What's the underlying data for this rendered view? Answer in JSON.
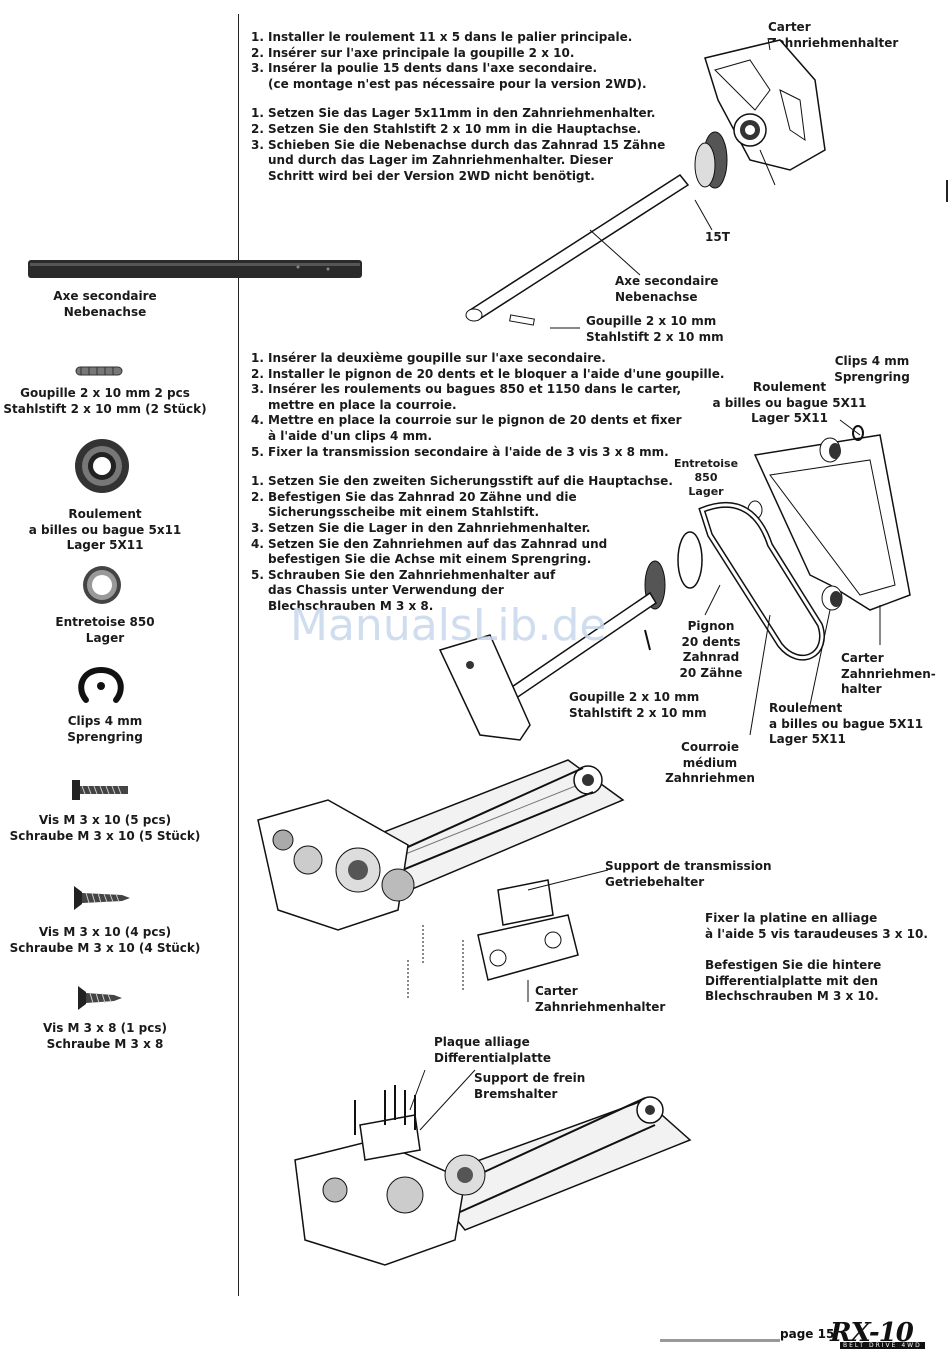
{
  "parts": [
    {
      "icon": "shaft",
      "lines": [
        "Axe secondaire",
        "Nebenachse"
      ]
    },
    {
      "icon": "pin",
      "lines": [
        "Goupille 2 x 10 mm 2 pcs",
        "Stahlstift 2 x 10 mm (2 Stück)"
      ]
    },
    {
      "icon": "bearing",
      "lines": [
        "Roulement",
        "a billes ou bague 5x11",
        "Lager 5X11"
      ]
    },
    {
      "icon": "spacer",
      "lines": [
        "Entretoise 850",
        "Lager"
      ]
    },
    {
      "icon": "clip",
      "lines": [
        "Clips 4 mm",
        "Sprengring"
      ]
    },
    {
      "icon": "screw",
      "lines": [
        "Vis M 3 x 10 (5 pcs)",
        "Schraube M 3 x 10 (5 Stück)"
      ]
    },
    {
      "icon": "self-tapping-screw",
      "lines": [
        "Vis M 3 x 10 (4 pcs)",
        "Schraube M 3 x 10 (4 Stück)"
      ]
    },
    {
      "icon": "short-screw",
      "lines": [
        "Vis M 3 x 8 (1 pcs)",
        "Schraube M 3 x 8"
      ]
    }
  ],
  "step1": {
    "fr": [
      "Installer le roulement 11 x 5 dans le palier principale.",
      "Insérer sur l'axe principale la goupille 2 x 10.",
      "Insérer la poulie 15 dents dans l'axe secondaire."
    ],
    "fr_note": "(ce montage n'est pas nécessaire pour la version 2WD).",
    "de": [
      "Setzen Sie das Lager  5x11mm in den Zahnriehmenhalter.",
      "Setzen Sie den Stahlstift 2 x 10 mm in die Hauptachse.",
      "Schieben Sie die Nebenachse durch das Zahnrad 15 Zähne"
    ],
    "de_cont": [
      "und durch das Lager im Zahnriehmenhalter. Dieser",
      "Schritt wird bei der Version 2WD nicht benötigt."
    ]
  },
  "step1_labels": {
    "carter": [
      "Carter",
      "Zahnriehmenhalter"
    ],
    "pulley": "15T",
    "shaft": [
      "Axe secondaire",
      "Nebenachse"
    ],
    "pin": [
      "Goupille 2 x 10 mm",
      "Stahlstift 2 x 10 mm"
    ]
  },
  "step2": {
    "fr": [
      "Insérer la deuxième goupille sur l'axe secondaire.",
      "Installer le pignon de 20 dents et le bloquer a l'aide d'une goupille.",
      "Insérer les roulements ou bagues 850 et 1150 dans le carter,",
      "Mettre en place la courroie sur le pignon de 20 dents et fixer",
      "Fixer la transmission secondaire à l'aide de 3 vis 3 x 8 mm."
    ],
    "fr_cont": [
      "mettre en place la courroie.",
      "à l'aide d'un clips 4 mm."
    ],
    "de": [
      "Setzen Sie den zweiten Sicherungsstift auf die Hauptachse.",
      "Befestigen Sie das Zahnrad 20 Zähne und die",
      "Setzen Sie die Lager in den Zahnriehmenhalter.",
      "Setzen Sie den Zahnriehmen auf das Zahnrad und",
      "Schrauben Sie den Zahnriehmenhalter auf"
    ],
    "de_cont": [
      "Sicherungsscheibe mit einem Stahlstift.",
      "befestigen Sie die Achse mit einem Sprengring.",
      "das Chassis unter Verwendung der",
      "Blechschrauben M 3 x 8."
    ]
  },
  "step2_labels": {
    "clips": [
      "Clips 4 mm",
      "Sprengring"
    ],
    "bearing_top": [
      "Roulement",
      "a billes ou bague 5X11",
      "Lager 5X11"
    ],
    "spacer": [
      "Entretoise 850",
      "Lager"
    ],
    "pinion": [
      "Pignon",
      "20 dents",
      "Zahnrad",
      "20 Zähne"
    ],
    "carter": [
      "Carter",
      "Zahnriehmen-",
      "halter"
    ],
    "bearing_bottom": [
      "Roulement",
      "a billes ou bague 5X11",
      "Lager 5X11"
    ],
    "pin": [
      "Goupille 2 x 10 mm",
      "Stahlstift 2 x 10 mm"
    ],
    "belt": [
      "Courroie",
      "médium",
      "Zahnriehmen"
    ]
  },
  "step3_labels": {
    "support": [
      "Support de transmission",
      "Getriebehalter"
    ],
    "instr_fr": [
      "Fixer la platine en alliage",
      "à l'aide 5 vis taraudeuses 3 x 10."
    ],
    "instr_de": [
      "Befestigen Sie die hintere",
      "Differentialplatte mit den",
      "Blechschrauben M 3 x 10."
    ],
    "carter": [
      "Carter",
      "Zahnriehmenhalter"
    ]
  },
  "step4_labels": {
    "plate": [
      "Plaque alliage",
      "Differentialplatte"
    ],
    "brake": [
      "Support de frein",
      "Bremshalter"
    ]
  },
  "watermark": "ManualsLib.de",
  "footer": {
    "page": "page 15",
    "logo": "RX-10",
    "logo_sub": "BELT DRIVE 4WD"
  }
}
